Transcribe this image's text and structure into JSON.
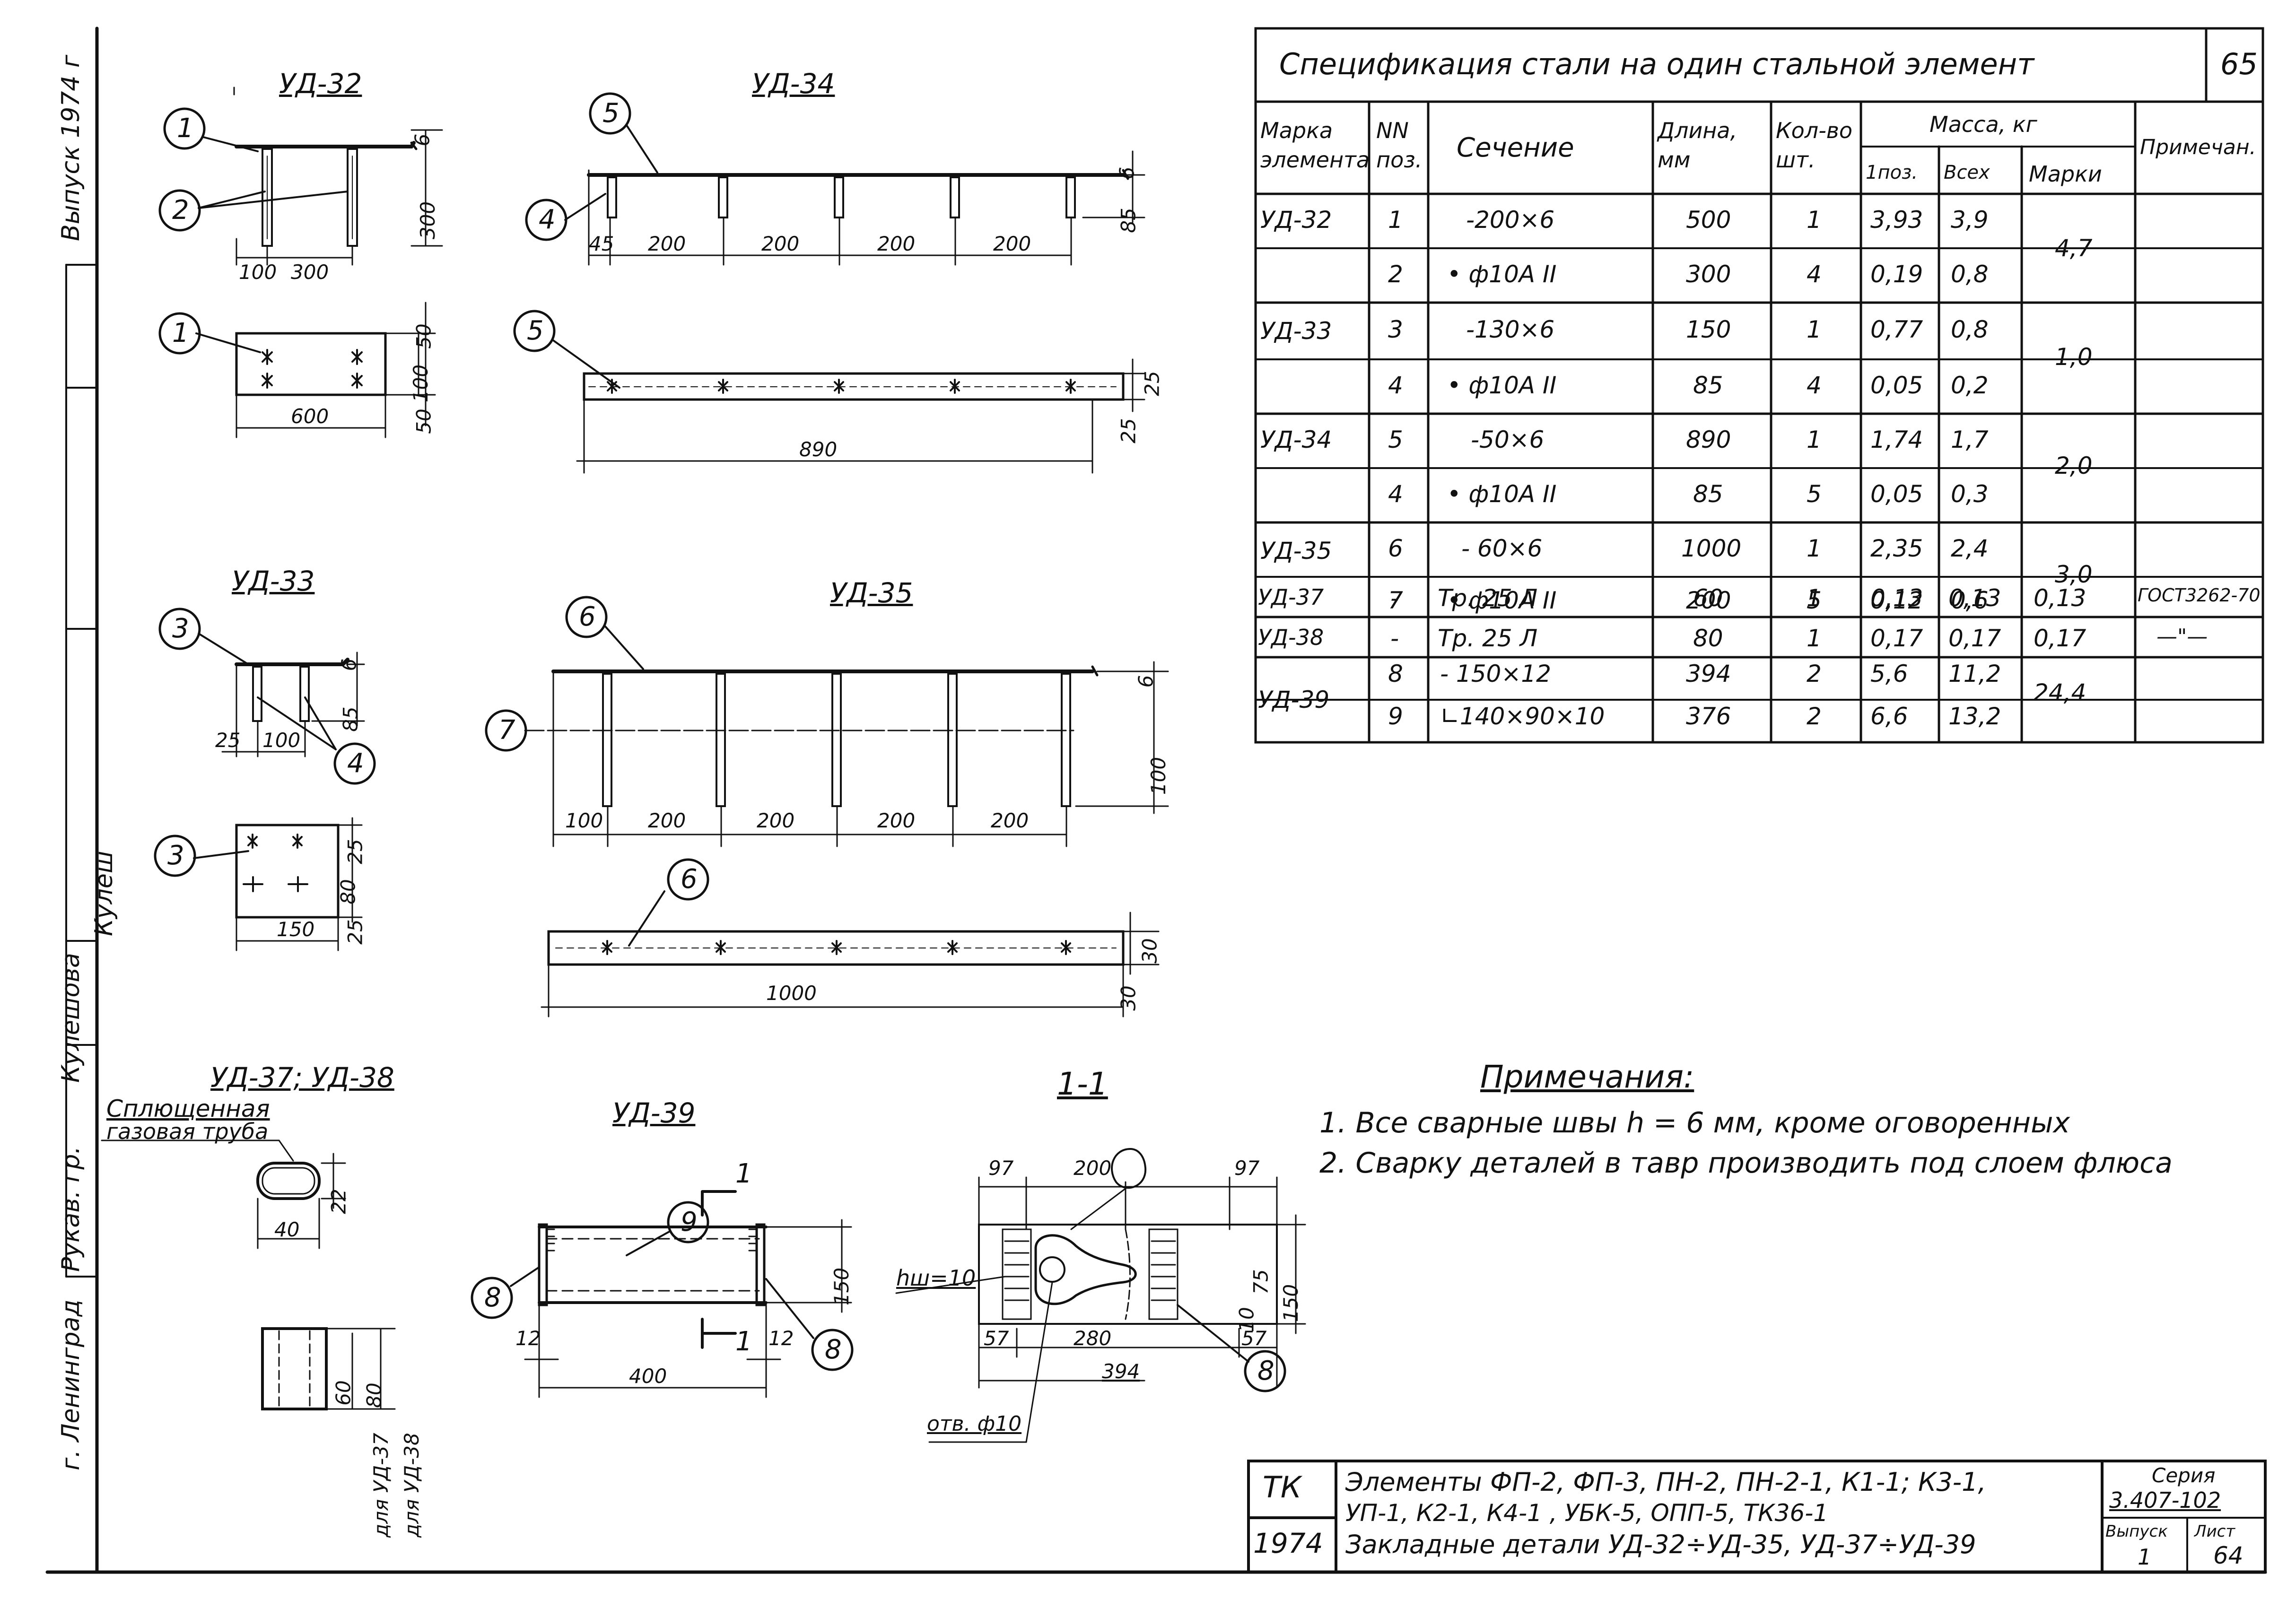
{
  "side_stamp": {
    "vypusk": "Выпуск 1974 г",
    "kuleshova": "Кулешова",
    "kulesh_sign": "Кулеш",
    "ruk_gr": "Рукав. гр.",
    "leningrad": "г. Ленинград"
  },
  "drawings": {
    "ud32": {
      "title": "УД-32",
      "d300": "300",
      "d6": "6",
      "d100": "100",
      "d300b": "300",
      "d50a": "50",
      "d100b": "100",
      "d50b": "50",
      "d600": "600"
    },
    "ud34": {
      "title": "УД-34",
      "d45": "45",
      "d200a": "200",
      "d200b": "200",
      "d200c": "200",
      "d200d": "200",
      "d85": "85",
      "d6": "6",
      "d25a": "25",
      "d25b": "25",
      "d890": "890"
    },
    "ud33": {
      "title": "УД-33",
      "d6": "6",
      "d85": "85",
      "d25": "25",
      "d100": "100",
      "d25a": "25",
      "d80": "80",
      "d25b": "25",
      "d150": "150"
    },
    "ud35": {
      "title": "УД-35",
      "d6": "6",
      "d100h": "100",
      "d100": "100",
      "d200a": "200",
      "d200b": "200",
      "d200c": "200",
      "d200d": "200",
      "d30a": "30",
      "d30b": "30",
      "d1000": "1000"
    },
    "ud3738": {
      "title": "УД-37; УД-38",
      "caption1": "Сплющенная",
      "caption2": "газовая труба",
      "d22": "22",
      "d40": "40",
      "d60": "60",
      "d80": "80",
      "for37": "для УД-37",
      "for38": "для УД-38"
    },
    "ud39": {
      "title": "УД-39",
      "d150": "150",
      "d12a": "12",
      "d12b": "12",
      "d400": "400",
      "cut1": "1",
      "cut2": "1"
    },
    "sec11": {
      "title": "1-1",
      "d97a": "97",
      "d200": "200",
      "d97b": "97",
      "hw": "hш=10",
      "d57a": "57",
      "d280": "280",
      "d57b": "57",
      "d394": "394",
      "d150": "150",
      "d75": "75",
      "d10": "10",
      "hole": "отв. ф10"
    }
  },
  "callouts": [
    "1",
    "2",
    "1",
    "5",
    "4",
    "5",
    "3",
    "4",
    "3",
    "6",
    "7",
    "6",
    "9",
    "8",
    "8",
    "8"
  ],
  "spec": {
    "title": "Спецификация   стали   на   один   стальной  элемент",
    "sheet_no": "65",
    "headers": {
      "mark": "Марка элемента",
      "pos": "NN поз.",
      "section": "Сечение",
      "length": "Длина, мм",
      "qty": "Кол-во шт.",
      "mass": "Масса, кг",
      "mass_1": "1поз.",
      "mass_all": "Всех",
      "mass_mark": "Марки",
      "note": "Примечан."
    },
    "rows": [
      {
        "mark": "УД-32",
        "pos": "1",
        "section": "-200×6",
        "length": "500",
        "qty": "1",
        "m1": "3,93",
        "mall": "3,9",
        "mmark": "4,7",
        "note": ""
      },
      {
        "mark": "",
        "pos": "2",
        "section": "• ф10А II",
        "length": "300",
        "qty": "4",
        "m1": "0,19",
        "mall": "0,8",
        "mmark": "",
        "note": ""
      },
      {
        "mark": "УД-33",
        "pos": "3",
        "section": "-130×6",
        "length": "150",
        "qty": "1",
        "m1": "0,77",
        "mall": "0,8",
        "mmark": "1,0",
        "note": ""
      },
      {
        "mark": "",
        "pos": "4",
        "section": "• ф10А II",
        "length": "85",
        "qty": "4",
        "m1": "0,05",
        "mall": "0,2",
        "mmark": "",
        "note": ""
      },
      {
        "mark": "УД-34",
        "pos": "5",
        "section": "-50×6",
        "length": "890",
        "qty": "1",
        "m1": "1,74",
        "mall": "1,7",
        "mmark": "2,0",
        "note": ""
      },
      {
        "mark": "",
        "pos": "4",
        "section": "• ф10А II",
        "length": "85",
        "qty": "5",
        "m1": "0,05",
        "mall": "0,3",
        "mmark": "",
        "note": ""
      },
      {
        "mark": "УД-35",
        "pos": "6",
        "section": "- 60×6",
        "length": "1000",
        "qty": "1",
        "m1": "2,35",
        "mall": "2,4",
        "mmark": "3,0",
        "note": ""
      },
      {
        "mark": "",
        "pos": "7",
        "section": "• ф10А II",
        "length": "200",
        "qty": "5",
        "m1": "0,12",
        "mall": "0,6",
        "mmark": "",
        "note": ""
      },
      {
        "mark": "УД-37",
        "pos": "-",
        "section": "Тр.  25  Л",
        "length": "60",
        "qty": "1",
        "m1": "0,13",
        "mall": "0,13",
        "mmark": "0,13",
        "note": "ГОСТ3262-70"
      },
      {
        "mark": "УД-38",
        "pos": "-",
        "section": "Тр.  25  Л",
        "length": "80",
        "qty": "1",
        "m1": "0,17",
        "mall": "0,17",
        "mmark": "0,17",
        "note": "—\"—"
      },
      {
        "mark": "УД-39",
        "pos": "8",
        "section": "- 150×12",
        "length": "394",
        "qty": "2",
        "m1": "5,6",
        "mall": "11,2",
        "mmark": "24,4",
        "note": ""
      },
      {
        "mark": "",
        "pos": "9",
        "section": "∟140×90×10",
        "length": "376",
        "qty": "2",
        "m1": "6,6",
        "mall": "13,2",
        "mmark": "",
        "note": ""
      }
    ]
  },
  "notes": {
    "heading": "Примечания:",
    "items": [
      "1. Все сварные швы  h = 6 мм,  кроме оговоренных",
      "2. Сварку деталей в тавр   производить под слоем флюса"
    ]
  },
  "title_block": {
    "org": "ТК",
    "year": "1974",
    "line1": "Элементы ФП-2, ФП-3, ПН-2, ПН-2-1, К1-1; К3-1,",
    "line2": "УП-1, К2-1, К4-1 , УБК-5, ОПП-5, ТК36-1",
    "line3": "Закладные детали  УД-32÷УД-35, УД-37÷УД-39",
    "seria_label": "Серия",
    "seria": "3.407-102",
    "vypusk_label": "Выпуск",
    "vypusk": "1",
    "list_label": "Лист",
    "list": "64"
  }
}
